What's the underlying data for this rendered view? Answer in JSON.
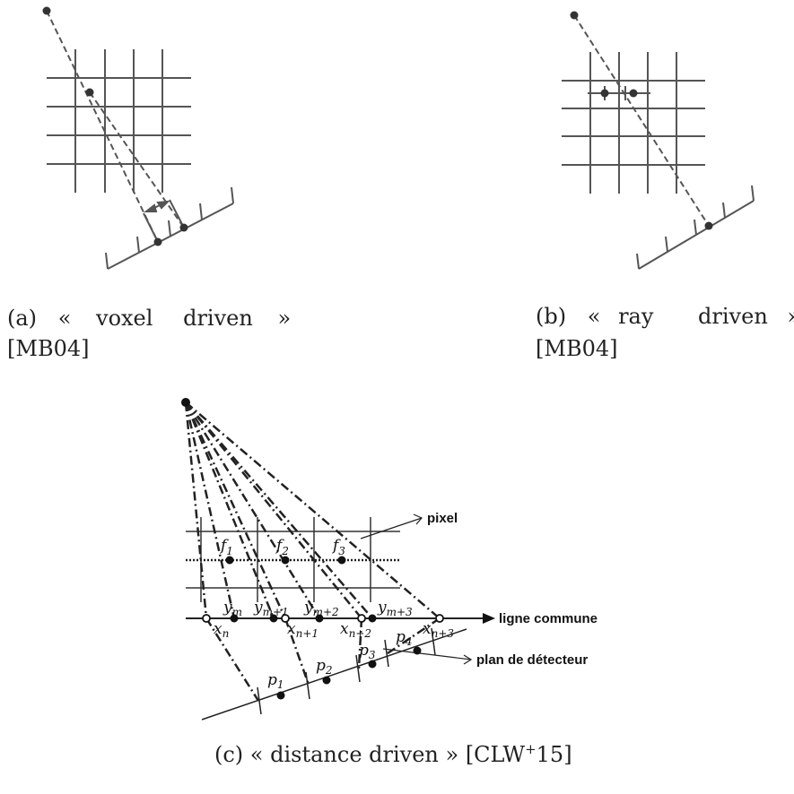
{
  "figure_a": {
    "caption_tag": "(a)",
    "caption_open": "«",
    "caption_word1": "voxel",
    "caption_word2": "driven",
    "caption_close": "»",
    "caption_ref": "[MB04]"
  },
  "figure_b": {
    "caption_tag": "(b)",
    "caption_open": "«",
    "caption_word1": "ray",
    "caption_word2": "driven",
    "caption_close": "»",
    "caption_ref": "[MB04]"
  },
  "figure_c": {
    "caption_pre": "(c) « distance driven » [CLW",
    "caption_sup": "+",
    "caption_post": "15]",
    "label_pixel": "pixel",
    "label_ligne": "ligne commune",
    "label_plan": "plan de détecteur",
    "f_labels": [
      {
        "base": "f",
        "sub": "1"
      },
      {
        "base": "f",
        "sub": "2"
      },
      {
        "base": "f",
        "sub": "3"
      }
    ],
    "y_labels": [
      {
        "base": "y",
        "sub": "m"
      },
      {
        "base": "y",
        "sub": "m+1"
      },
      {
        "base": "y",
        "sub": "m+2"
      },
      {
        "base": "y",
        "sub": "m+3"
      }
    ],
    "x_labels": [
      {
        "base": "x",
        "sub": "n"
      },
      {
        "base": "x",
        "sub": "n+1"
      },
      {
        "base": "x",
        "sub": "n+2"
      },
      {
        "base": "x",
        "sub": "n+3"
      }
    ],
    "p_labels": [
      {
        "base": "p",
        "sub": "1"
      },
      {
        "base": "p",
        "sub": "2"
      },
      {
        "base": "p",
        "sub": "3"
      },
      {
        "base": "p",
        "sub": "4"
      }
    ]
  }
}
